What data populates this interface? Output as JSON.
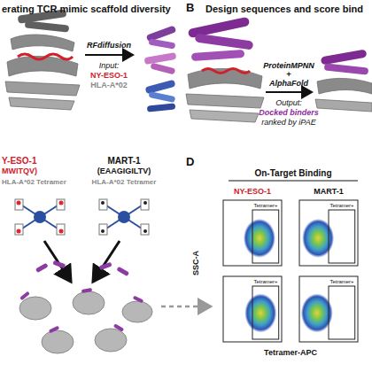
{
  "diagram": {
    "labels": [
      "erating TCR mimic scaffold diversity",
      "B",
      "Design sequences and score bind",
      "RFdiffusion",
      "Input:",
      "NY-ESO-1",
      "HLA-A*02",
      "ProteinMPNN",
      "+",
      "AlphaFold",
      "Output:",
      "Docked binders",
      "ranked by iPAE",
      "Y-ESO-1",
      "MWITQV)",
      "HLA-A*02 Tetramer",
      "MART-1",
      "(EAAGIGILTV)",
      "HLA-A*02 Tetramer",
      "D",
      "On-Target Binding",
      "NY-ESO-1",
      "MART-1",
      "Tetramer+",
      "Tetramer+",
      "Tetramer+",
      "Tetramer+",
      "SSC-A",
      "Tetramer-APC"
    ]
  }
}
